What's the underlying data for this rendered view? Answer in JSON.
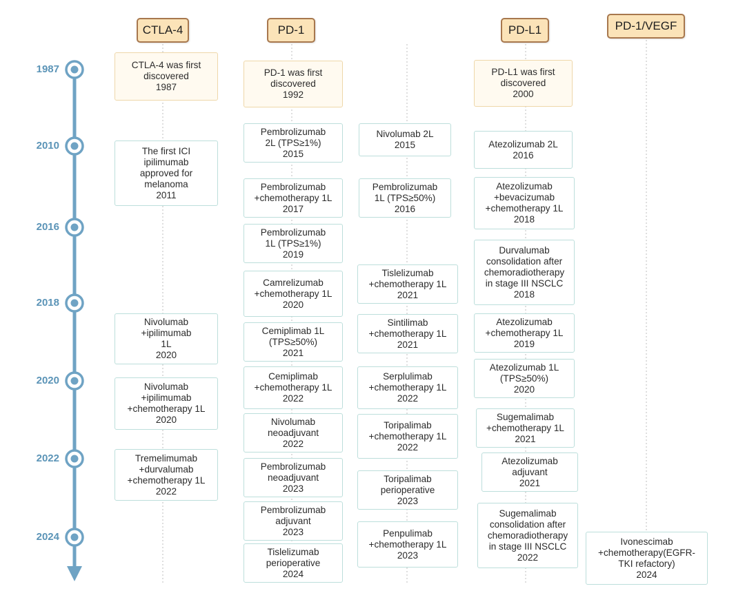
{
  "columns": [
    {
      "id": "ctla4",
      "label": "CTLA-4"
    },
    {
      "id": "pd1",
      "label": "PD-1"
    },
    {
      "id": "pdl1",
      "label": "PD-L1"
    },
    {
      "id": "pd1vegf",
      "label": "PD-1/VEGF"
    }
  ],
  "years": [
    "1987",
    "2010",
    "2016",
    "2018",
    "2020",
    "2022",
    "2024"
  ],
  "boxes": [
    {
      "name": "ctla4-discovery",
      "column": "ctla4",
      "kind": "discovery",
      "text": "CTLA-4 was first\ndiscovered\n1987"
    },
    {
      "name": "ctla4-ipilimumab-2011",
      "column": "ctla4",
      "kind": "approval",
      "text": "The first ICI\nipilimumab\napproved for\nmelanoma\n2011"
    },
    {
      "name": "ctla4-nivolumab-ipilimumab-2020",
      "column": "ctla4",
      "kind": "approval",
      "text": "Nivolumab\n+ipilimumab\n1L\n2020"
    },
    {
      "name": "ctla4-nivolumab-ipilimumab-chemo-2020",
      "column": "ctla4",
      "kind": "approval",
      "text": "Nivolumab\n+ipilimumab\n+chemotherapy 1L\n2020"
    },
    {
      "name": "ctla4-tremelimumab-2022",
      "column": "ctla4",
      "kind": "approval",
      "text": "Tremelimumab\n+durvalumab\n+chemotherapy 1L\n2022"
    },
    {
      "name": "pd1-discovery",
      "column": "pd1",
      "kind": "discovery",
      "text": "PD-1 was first\ndiscovered\n1992"
    },
    {
      "name": "pd1-pembrolizumab-2l-2015",
      "column": "pd1",
      "kind": "approval",
      "text": "Pembrolizumab\n2L (TPS≥1%)\n2015"
    },
    {
      "name": "pd1-pembrolizumab-chemo-2017",
      "column": "pd1",
      "kind": "approval",
      "text": "Pembrolizumab\n+chemotherapy 1L\n2017"
    },
    {
      "name": "pd1-pembrolizumab-1l-2019",
      "column": "pd1",
      "kind": "approval",
      "text": "Pembrolizumab\n1L (TPS≥1%)\n2019"
    },
    {
      "name": "pd1-camrelizumab-2020",
      "column": "pd1",
      "kind": "approval",
      "text": "Camrelizumab\n+chemotherapy 1L\n2020"
    },
    {
      "name": "pd1-cemiplimab-1l-2021",
      "column": "pd1",
      "kind": "approval",
      "text": "Cemiplimab 1L\n(TPS≥50%)\n2021"
    },
    {
      "name": "pd1-cemiplimab-chemo-2022",
      "column": "pd1",
      "kind": "approval",
      "text": "Cemiplimab\n+chemotherapy 1L\n2022"
    },
    {
      "name": "pd1-nivolumab-neoadjuvant-2022",
      "column": "pd1",
      "kind": "approval",
      "text": "Nivolumab\nneoadjuvant\n2022"
    },
    {
      "name": "pd1-pembrolizumab-neoadjuvant-2023",
      "column": "pd1",
      "kind": "approval",
      "text": "Pembrolizumab\nneoadjuvant\n2023"
    },
    {
      "name": "pd1-pembrolizumab-adjuvant-2023",
      "column": "pd1",
      "kind": "approval",
      "text": "Pembrolizumab\nadjuvant\n2023"
    },
    {
      "name": "pd1-tislelizumab-perioperative-2024",
      "column": "pd1",
      "kind": "approval",
      "text": "Tislelizumab\nperioperative\n2024"
    },
    {
      "name": "pd1b-nivolumab-2l-2015",
      "column": "pd1b",
      "kind": "approval",
      "text": "Nivolumab 2L\n2015"
    },
    {
      "name": "pd1b-pembrolizumab-1l-2016",
      "column": "pd1b",
      "kind": "approval",
      "text": "Pembrolizumab\n1L (TPS≥50%)\n2016"
    },
    {
      "name": "pd1b-tislelizumab-2021",
      "column": "pd1b",
      "kind": "approval",
      "text": "Tislelizumab\n+chemotherapy 1L\n2021"
    },
    {
      "name": "pd1b-sintilimab-2021",
      "column": "pd1b",
      "kind": "approval",
      "text": "Sintilimab\n+chemotherapy 1L\n2021"
    },
    {
      "name": "pd1b-serplulimab-2022",
      "column": "pd1b",
      "kind": "approval",
      "text": "Serplulimab\n+chemotherapy 1L\n2022"
    },
    {
      "name": "pd1b-toripalimab-2022",
      "column": "pd1b",
      "kind": "approval",
      "text": "Toripalimab\n+chemotherapy 1L\n2022"
    },
    {
      "name": "pd1b-toripalimab-perioperative-2023",
      "column": "pd1b",
      "kind": "approval",
      "text": "Toripalimab\nperioperative\n2023"
    },
    {
      "name": "pd1b-penpulimab-2023",
      "column": "pd1b",
      "kind": "approval",
      "text": "Penpulimab\n+chemotherapy 1L\n2023"
    },
    {
      "name": "pdl1-discovery",
      "column": "pdl1",
      "kind": "discovery",
      "text": "PD-L1 was first\ndiscovered\n2000"
    },
    {
      "name": "pdl1-atezolizumab-2l-2016",
      "column": "pdl1",
      "kind": "approval",
      "text": "Atezolizumab 2L\n2016"
    },
    {
      "name": "pdl1-atezolizumab-bev-2018",
      "column": "pdl1",
      "kind": "approval",
      "text": "Atezolizumab\n+bevacizumab\n+chemotherapy 1L\n2018"
    },
    {
      "name": "pdl1-durvalumab-2018",
      "column": "pdl1",
      "kind": "approval",
      "text": "Durvalumab\nconsolidation after\nchemoradiotherapy\nin stage III NSCLC\n2018"
    },
    {
      "name": "pdl1-atezolizumab-chemo-2019",
      "column": "pdl1",
      "kind": "approval",
      "text": "Atezolizumab\n+chemotherapy 1L\n2019"
    },
    {
      "name": "pdl1-atezolizumab-1l-2020",
      "column": "pdl1",
      "kind": "approval",
      "text": "Atezolizumab 1L\n(TPS≥50%)\n2020"
    },
    {
      "name": "pdl1-sugemalimab-2021",
      "column": "pdl1",
      "kind": "approval",
      "text": "Sugemalimab\n+chemotherapy 1L\n2021"
    },
    {
      "name": "pdl1-atezolizumab-adjuvant-2021",
      "column": "pdl1",
      "kind": "approval",
      "text": "Atezolizumab\nadjuvant\n2021"
    },
    {
      "name": "pdl1-sugemalimab-consolidation-2022",
      "column": "pdl1",
      "kind": "approval",
      "text": "Sugemalimab\nconsolidation after\nchemoradiotherapy\nin stage III NSCLC\n2022"
    },
    {
      "name": "pd1vegf-ivonescimab-2024",
      "column": "pd1vegf",
      "kind": "approval",
      "text": "Ivonescimab\n+chemotherapy(EGFR-\nTKI refactory)\n2024"
    }
  ],
  "colors": {
    "timeline": "#6fa3c4",
    "year_text": "#5b94b7",
    "header_fill": "#fbe3b8",
    "header_border": "#a7774d",
    "discovery_fill": "#fffaf0",
    "discovery_border": "#eed7a9",
    "box_border": "#bcdedb",
    "guide": "#bdbdbd"
  }
}
